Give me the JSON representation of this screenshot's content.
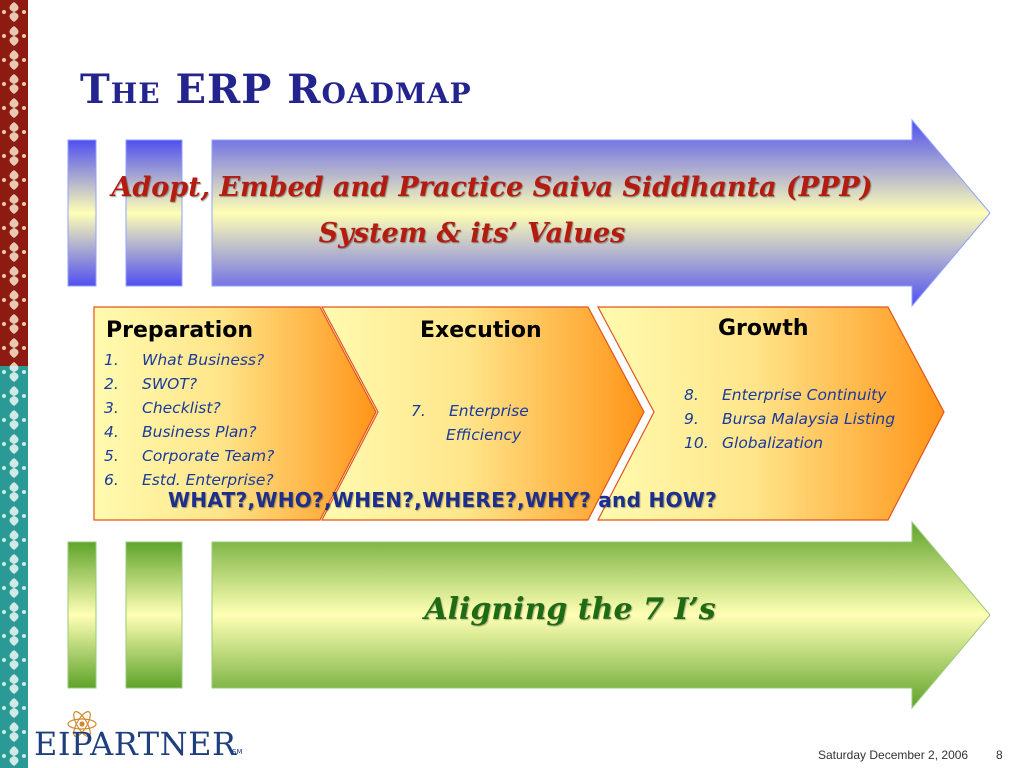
{
  "title": "The ERP Roadmap",
  "top_band": {
    "line1": "Adopt, Embed and Practice Saiva Siddhanta (PPP)",
    "line2": "System & its’ Values"
  },
  "stages": {
    "preparation": {
      "heading": "Preparation",
      "items": [
        {
          "num": "1.",
          "text": "What Business?"
        },
        {
          "num": "2.",
          "text": "SWOT?"
        },
        {
          "num": "3.",
          "text": "Checklist?"
        },
        {
          "num": "4.",
          "text": "Business Plan?"
        },
        {
          "num": "5.",
          "text": "Corporate Team?"
        },
        {
          "num": "6.",
          "text": "Estd. Enterprise?"
        }
      ]
    },
    "execution": {
      "heading": "Execution",
      "item_num": "7.",
      "item_line1": "Enterprise",
      "item_line2": "Efficiency"
    },
    "growth": {
      "heading": "Growth",
      "items": [
        {
          "num": "8.",
          "text": "Enterprise Continuity"
        },
        {
          "num": "9.",
          "text": "Bursa Malaysia Listing"
        },
        {
          "num": "10.",
          "text": "Globalization"
        }
      ]
    }
  },
  "questions": "WHAT?,WHO?,WHEN?,WHERE?,WHY? and HOW?",
  "bottom_band": {
    "text": "Aligning the 7 I’s"
  },
  "logo": {
    "text": "EIPARTNER",
    "mark": "SM"
  },
  "footer": {
    "date": "Saturday December 2, 2006",
    "page": "8"
  },
  "colors": {
    "title": "#24248f",
    "top_band_text": "#b51c10",
    "bottom_band_text": "#1d6b12",
    "list_text": "#1a3a9e",
    "stage_orange": "#ff9a1f",
    "stage_yellow": "#fffbb0"
  }
}
